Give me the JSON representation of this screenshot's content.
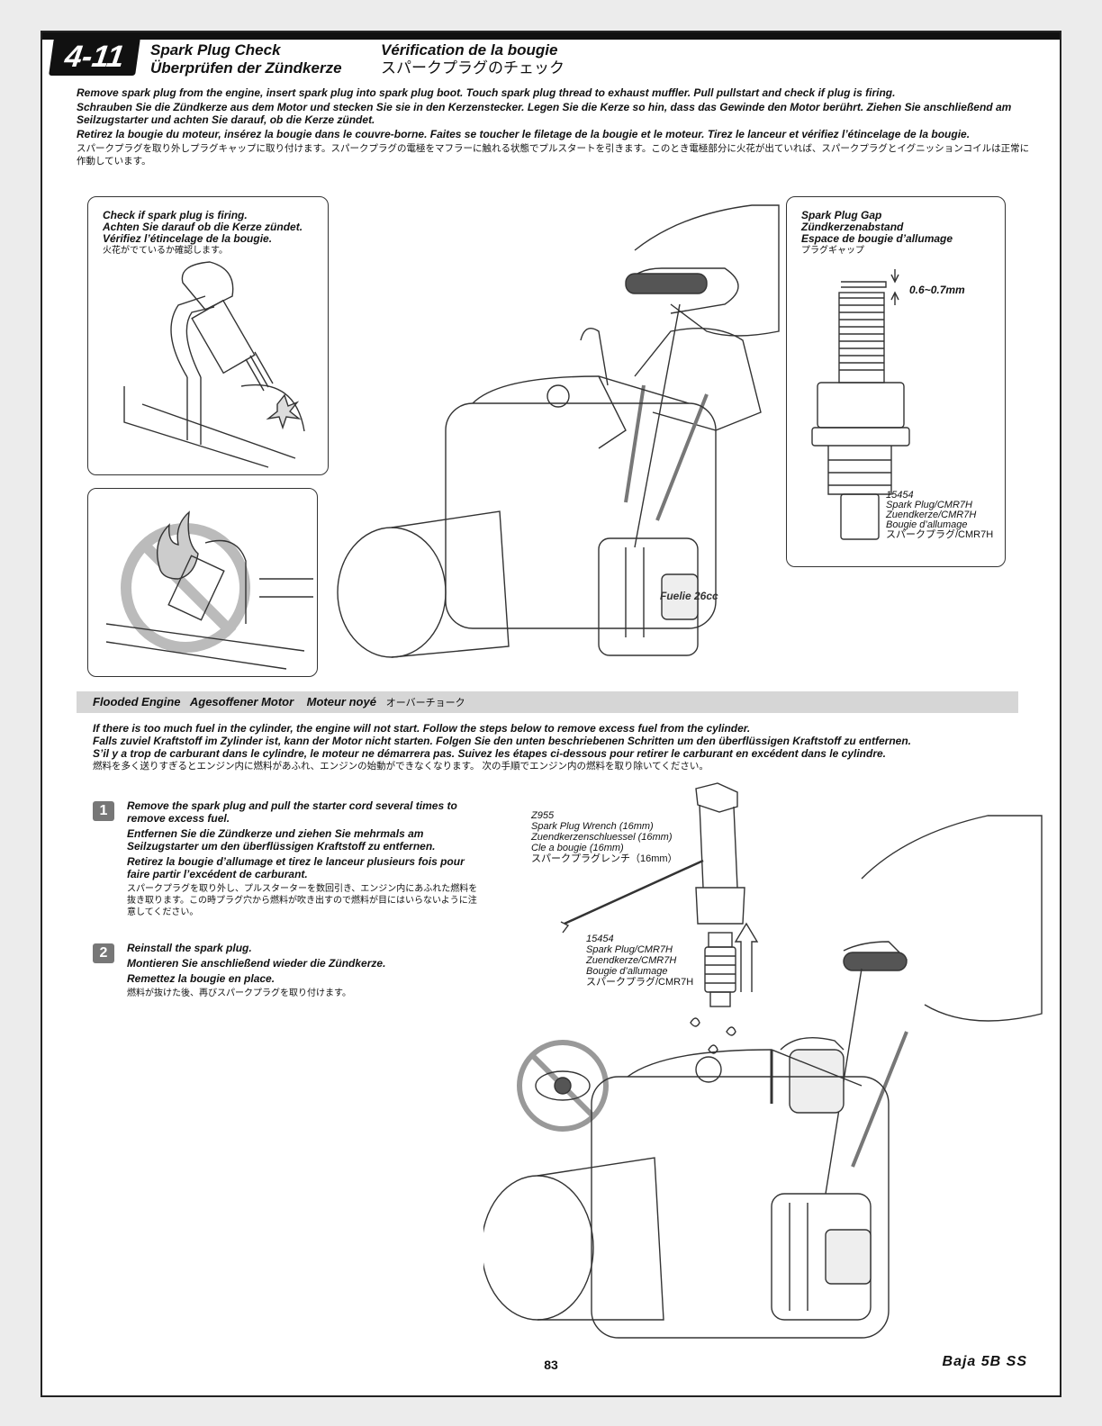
{
  "header": {
    "section_number": "4-11",
    "title_en": "Spark Plug Check",
    "title_de": "Überprüfen der Zündkerze",
    "title_fr": "Vérification de la bougie",
    "title_jp": "スパークプラグのチェック"
  },
  "intro": {
    "en": "Remove spark plug from the engine, insert spark plug into spark plug boot. Touch spark plug thread to exhaust muffler. Pull pullstart and check if plug is firing.",
    "de": "Schrauben Sie die Zündkerze aus dem Motor und stecken Sie sie in den Kerzenstecker. Legen Sie die Kerze so hin, dass das Gewinde den Motor berührt. Ziehen Sie anschließend am Seilzugstarter und achten Sie darauf, ob die Kerze zündet.",
    "fr": "Retirez la bougie du moteur, insérez la bougie dans le couvre-borne. Faites se toucher le filetage de la bougie et le moteur. Tirez le lanceur et vérifiez l’étincelage de la bougie.",
    "jp": "スパークプラグを取り外しプラグキャップに取り付けます。スパークプラグの電極をマフラーに触れる状態でプルスタートを引きます。このとき電極部分に火花が出ていれば、スパークプラグとイグニッションコイルは正常に作動しています。"
  },
  "firing_box": {
    "en": "Check if spark plug is firing.",
    "de": "Achten Sie darauf ob die Kerze zündet.",
    "fr": "Vérifiez l’étincelage de la bougie.",
    "jp": "火花がでているか確認します。"
  },
  "gap_box": {
    "en": "Spark Plug Gap",
    "de": "Zündkerzenabstand",
    "fr": "Espace de bougie d’allumage",
    "jp": "プラグギャップ",
    "gap_value": "0.6~0.7mm",
    "part_number": "15454",
    "part_en": "Spark Plug/CMR7H",
    "part_de": "Zuendkerze/CMR7H",
    "part_fr": "Bougie d’allumage",
    "part_jp": "スパークプラグ/CMR7H"
  },
  "flooded": {
    "heading_en": "Flooded Engine",
    "heading_de": "Agesoffener Motor",
    "heading_fr": "Moteur noyé",
    "heading_jp": "オーバーチョーク",
    "en": "If there is too much fuel in the cylinder, the engine will not start. Follow the steps below to remove excess fuel from the cylinder.",
    "de": "Falls zuviel Kraftstoff im Zylinder ist, kann der Motor nicht starten. Folgen Sie den unten beschriebenen Schritten um den überflüssigen Kraftstoff zu entfernen.",
    "fr": "S’il y a trop de carburant dans le cylindre, le moteur ne démarrera pas. Suivez les étapes ci-dessous pour retirer le carburant en excédent dans le cylindre.",
    "jp": "燃料を多く送りすぎるとエンジン内に燃料があふれ、エンジンの始動ができなくなります。 次の手順でエンジン内の燃料を取り除いてください。"
  },
  "steps": [
    {
      "number": "1",
      "en": "Remove the spark plug and pull the starter cord several times to remove excess fuel.",
      "de": "Entfernen Sie die Zündkerze und ziehen Sie mehrmals am Seilzugstarter um den überflüssigen Kraftstoff zu entfernen.",
      "fr": "Retirez la bougie d’allumage et tirez le lanceur plusieurs fois pour faire partir l’excédent de carburant.",
      "jp": "スパークプラグを取り外し、プルスターターを数回引き、エンジン内にあふれた燃料を抜き取ります。この時プラグ穴から燃料が吹き出すので燃料が目にはいらないように注意してください。"
    },
    {
      "number": "2",
      "en": "Reinstall the spark plug.",
      "de": "Montieren Sie anschließend wieder die Zündkerze.",
      "fr": "Remettez la bougie en place.",
      "jp": "燃料が抜けた後、再びスパークプラグを取り付けます。"
    }
  ],
  "tool": {
    "part_number": "Z955",
    "en": "Spark Plug Wrench (16mm)",
    "de": "Zuendkerzenschluessel (16mm)",
    "fr": "Cle a bougie (16mm)",
    "jp": "スパークプラグレンチ（16mm）"
  },
  "plug2": {
    "part_number": "15454",
    "en": "Spark Plug/CMR7H",
    "de": "Zuendkerze/CMR7H",
    "fr": "Bougie d’allumage",
    "jp": "スパークプラグ/CMR7H"
  },
  "engine_badge": "Fuelie 26cc",
  "footer": {
    "page_number": "83",
    "logo": "Baja 5B SS"
  }
}
